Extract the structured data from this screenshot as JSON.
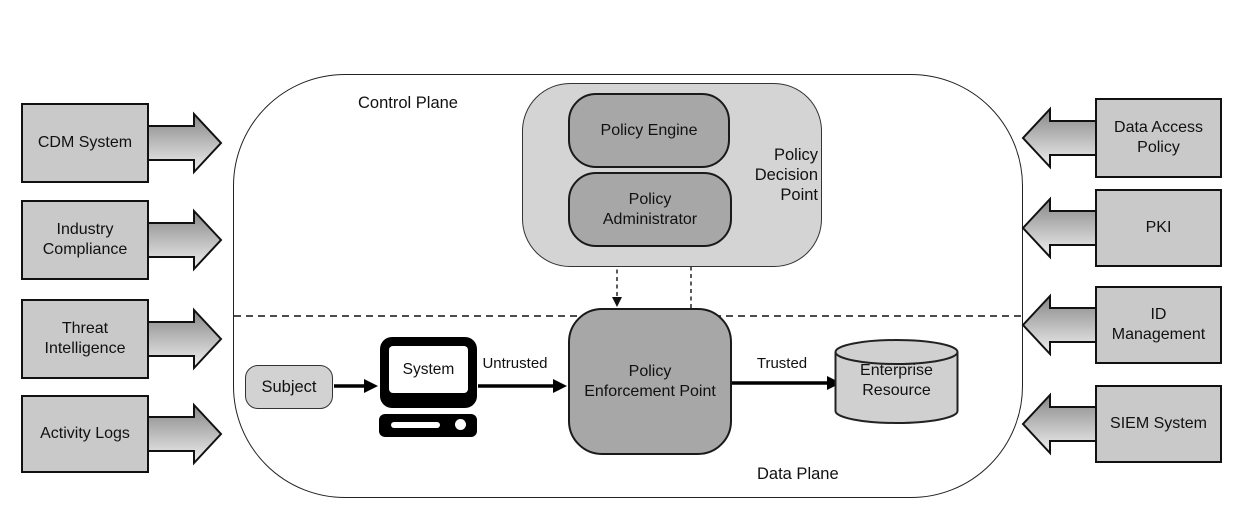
{
  "diagram": {
    "colors": {
      "input_box_fill": "#c9c9c9",
      "pdp_group_fill": "#d4d4d4",
      "node_fill": "#a7a7a7",
      "subject_fill": "#d2d2d2",
      "resource_fill": "#d0d0d0",
      "outline": "#1a1a1a",
      "arrow_gradient_top": "#878787",
      "arrow_gradient_bottom": "#f0f0f0"
    },
    "planes": {
      "control": "Control Plane",
      "data": "Data Plane"
    },
    "left_inputs": [
      {
        "label": "CDM System"
      },
      {
        "label": "Industry\nCompliance"
      },
      {
        "label": "Threat\nIntelligence"
      },
      {
        "label": "Activity Logs"
      }
    ],
    "right_inputs": [
      {
        "label": "Data Access\nPolicy"
      },
      {
        "label": "PKI"
      },
      {
        "label": "ID\nManagement"
      },
      {
        "label": "SIEM System"
      }
    ],
    "control_plane": {
      "pdp_label": "Policy\nDecision\nPoint",
      "policy_engine": "Policy Engine",
      "policy_administrator": "Policy\nAdministrator"
    },
    "data_plane": {
      "subject": "Subject",
      "system": "System",
      "untrusted": "Untrusted",
      "pep": "Policy\nEnforcement Point",
      "trusted": "Trusted",
      "resource": "Enterprise\nResource"
    }
  }
}
